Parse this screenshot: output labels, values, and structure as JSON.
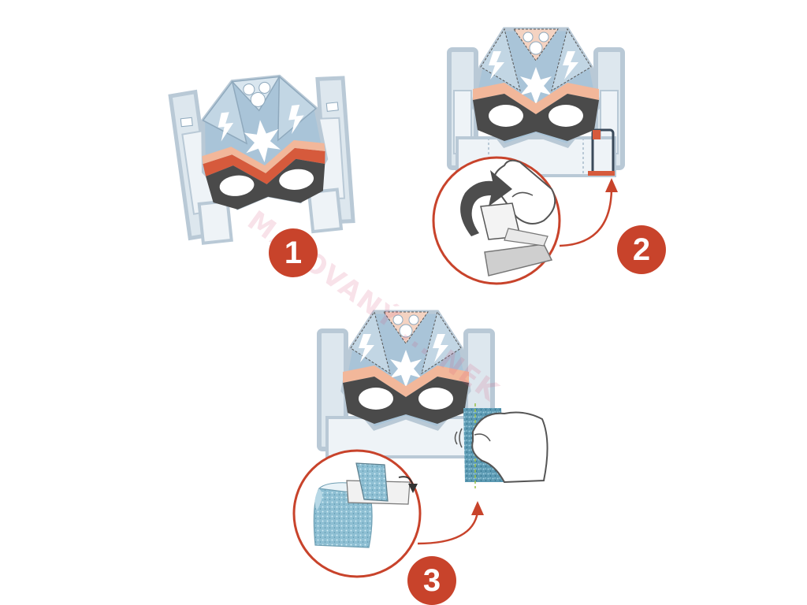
{
  "colors": {
    "accent": "#c8432b",
    "mask_outline": "#b9c9d6",
    "mask_fill": "#dfe8ef",
    "panel_blue": "#a9c4d8",
    "panel_pale": "#eef3f7",
    "orange": "#f2b79a",
    "red_stripe": "#d65a3c",
    "dark": "#4a4a4a",
    "glitter": "#5f9fb8"
  },
  "steps": [
    {
      "number": "1"
    },
    {
      "number": "2"
    },
    {
      "number": "3"
    }
  ],
  "watermark": {
    "text": "MALOVANÝ ... NEK"
  },
  "icons": {
    "peel": "peel-arrow-icon",
    "curve": "curved-arrow-icon",
    "hand": "hand-icon",
    "fold": "fold-arrow-icon"
  }
}
